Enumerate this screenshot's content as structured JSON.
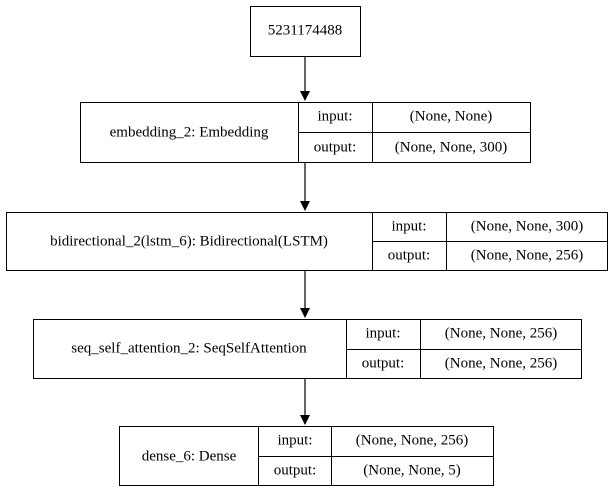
{
  "nodes": [
    {
      "id": "input",
      "label": "5231174488"
    },
    {
      "id": "embedding",
      "label": "embedding_2: Embedding",
      "input_label": "input:",
      "input_value": "(None, None)",
      "output_label": "output:",
      "output_value": "(None, None, 300)"
    },
    {
      "id": "bidirectional",
      "label": "bidirectional_2(lstm_6): Bidirectional(LSTM)",
      "input_label": "input:",
      "input_value": "(None, None, 300)",
      "output_label": "output:",
      "output_value": "(None, None, 256)"
    },
    {
      "id": "attention",
      "label": "seq_self_attention_2: SeqSelfAttention",
      "input_label": "input:",
      "input_value": "(None, None, 256)",
      "output_label": "output:",
      "output_value": "(None, None, 256)"
    },
    {
      "id": "dense",
      "label": "dense_6: Dense",
      "input_label": "input:",
      "input_value": "(None, None, 256)",
      "output_label": "output:",
      "output_value": "(None, None, 5)"
    }
  ],
  "edges": [
    {
      "from": "input",
      "to": "embedding"
    },
    {
      "from": "embedding",
      "to": "bidirectional"
    },
    {
      "from": "bidirectional",
      "to": "attention"
    },
    {
      "from": "attention",
      "to": "dense"
    }
  ]
}
